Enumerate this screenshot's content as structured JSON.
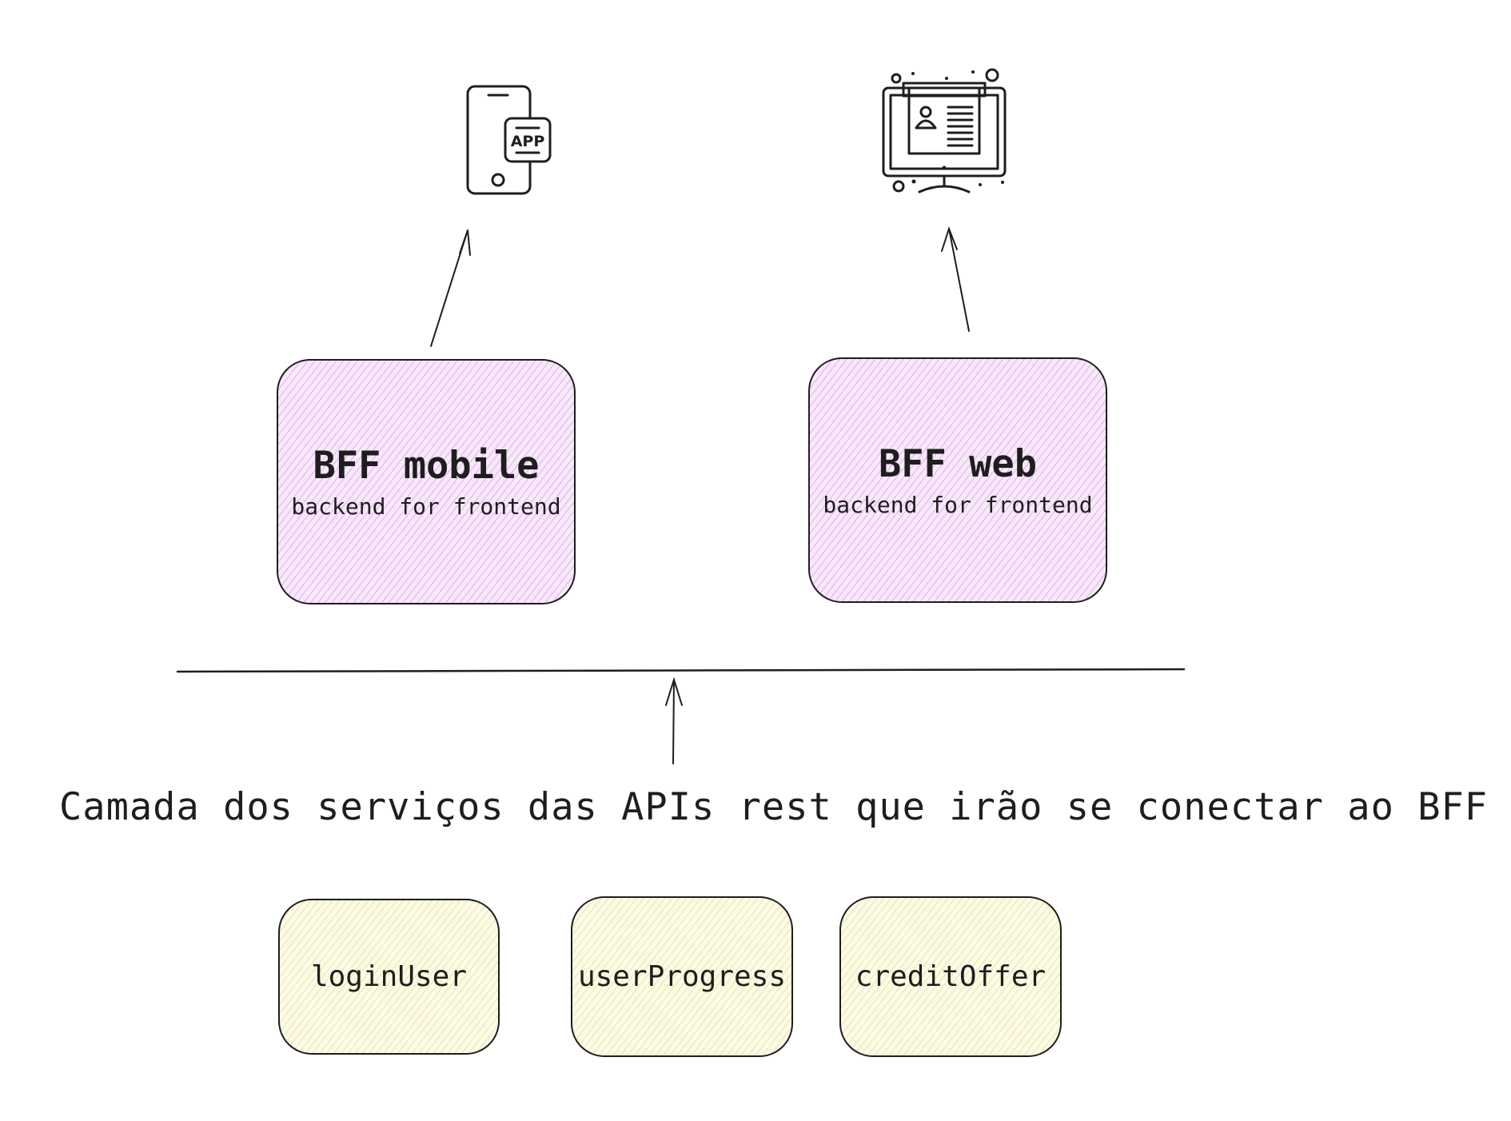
{
  "bff_boxes": [
    {
      "title": "BFF mobile",
      "subtitle": "backend for frontend"
    },
    {
      "title": "BFF web",
      "subtitle": "backend for frontend"
    }
  ],
  "icons": {
    "mobile_badge": "APP",
    "mobile_icon": "mobile-app-icon",
    "web_icon": "web-desktop-icon"
  },
  "caption": "Camada dos serviços das APIs rest que irão se conectar ao BFF",
  "services": [
    {
      "label": "loginUser"
    },
    {
      "label": "userProgress"
    },
    {
      "label": "creditOffer"
    }
  ],
  "colors": {
    "stroke": "#1e1e1e",
    "bff_fill": "#f8e9fa",
    "service_fill": "#fcfbe8"
  }
}
